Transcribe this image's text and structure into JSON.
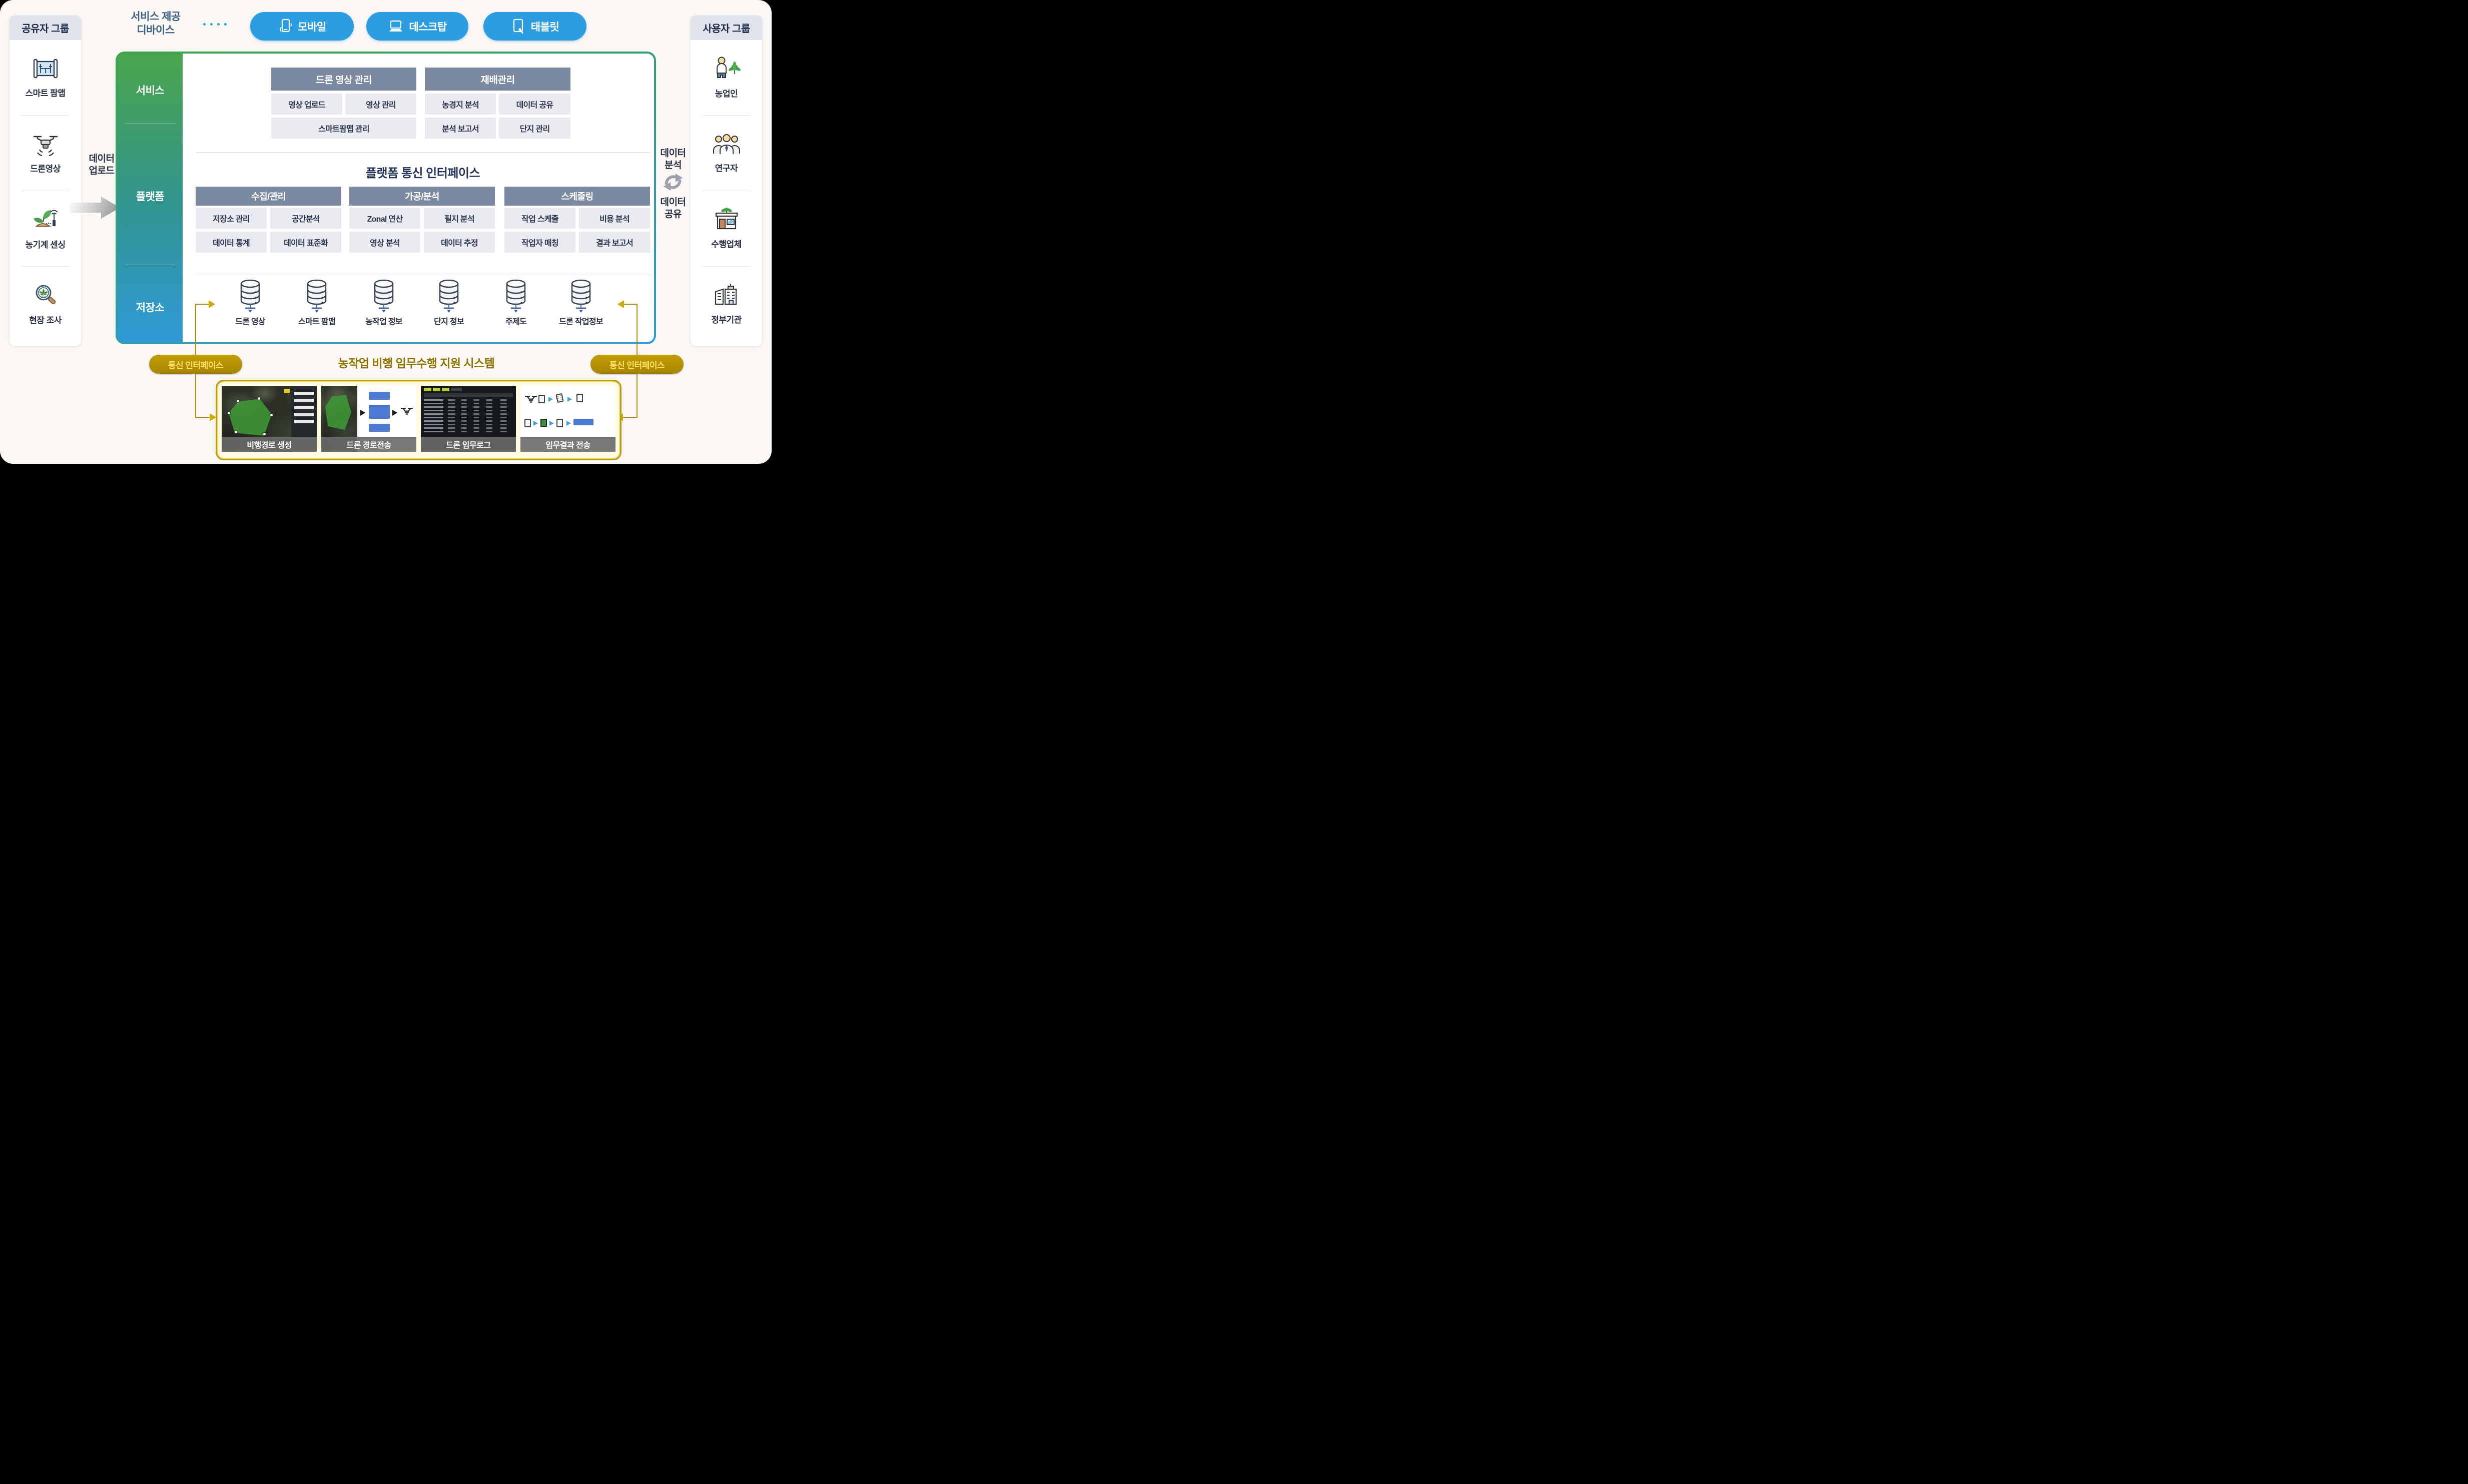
{
  "top": {
    "device_label_line1": "서비스 제공",
    "device_label_line2": "디바이스",
    "devices": [
      {
        "label": "모바일",
        "icon": "mobile-icon"
      },
      {
        "label": "데스크탑",
        "icon": "desktop-icon"
      },
      {
        "label": "태블릿",
        "icon": "tablet-icon"
      }
    ]
  },
  "sharer_panel": {
    "title": "공유자 그룹",
    "items": [
      {
        "label": "스마트 팜맵",
        "icon": "farm-map-icon"
      },
      {
        "label": "드론영상",
        "icon": "drone-icon"
      },
      {
        "label": "농기계 센싱",
        "icon": "machine-sensing-icon"
      },
      {
        "label": "현장 조사",
        "icon": "field-survey-icon"
      }
    ]
  },
  "user_panel": {
    "title": "사용자 그룹",
    "items": [
      {
        "label": "농업인",
        "icon": "farmer-icon"
      },
      {
        "label": "연구자",
        "icon": "researchers-icon"
      },
      {
        "label": "수행업체",
        "icon": "company-icon"
      },
      {
        "label": "정부기관",
        "icon": "government-icon"
      }
    ]
  },
  "data_upload": {
    "line1": "데이터",
    "line2": "업로드"
  },
  "data_exchange": {
    "analysis_line1": "데이터",
    "analysis_line2": "분석",
    "share_line1": "데이터",
    "share_line2": "공유",
    "icon": "sync-icon"
  },
  "platform": {
    "rail": {
      "service": "서비스",
      "platform": "플랫폼",
      "storage": "저장소"
    },
    "service_section": {
      "drone_video": {
        "title": "드론 영상 관리",
        "r1c1": "영상 업로드",
        "r1c2": "영상 관리",
        "r2": "스마트팜맵 관리"
      },
      "cultivation": {
        "title": "재배관리",
        "r1c1": "농경지 분석",
        "r1c2": "데이터 공유",
        "r2c1": "분석 보고서",
        "r2c2": "단지 관리"
      }
    },
    "interface_title": "플랫폼 통신 인터페이스",
    "modules": [
      {
        "title": "수집/관리",
        "r1c1": "저장소 관리",
        "r1c2": "공간분석",
        "r2c1": "데이터 통계",
        "r2c2": "데이터 표준화"
      },
      {
        "title": "가공/분석",
        "r1c1": "Zonal 연산",
        "r1c2": "필지 분석",
        "r2c1": "영상 분석",
        "r2c2": "데이터 추정"
      },
      {
        "title": "스케줄링",
        "r1c1": "작업 스케줄",
        "r1c2": "비용 분석",
        "r2c1": "작업자 매칭",
        "r2c2": "결과 보고서"
      }
    ],
    "storage_items": [
      {
        "label": "드론 영상"
      },
      {
        "label": "스마트 팜맵"
      },
      {
        "label": "농작업 정보"
      },
      {
        "label": "단지 정보"
      },
      {
        "label": "주제도"
      },
      {
        "label": "드론 작업정보"
      }
    ]
  },
  "bottom": {
    "comm_badge_left": "통신 인터페이스",
    "comm_badge_right": "통신 인터페이스",
    "system_title": "농작업 비행 임무수행 지원 시스템",
    "screens": [
      {
        "caption": "비행경로 생성"
      },
      {
        "caption": "드론 경로전송"
      },
      {
        "caption": "드론 임무로그"
      },
      {
        "caption": "임무결과 전송"
      }
    ]
  },
  "colors": {
    "accent_blue": "#2d9de1",
    "accent_green": "#3aa648",
    "teal": "#2f9f8a",
    "slate_header": "#7b89a1",
    "cell_bg": "#e9ebf0",
    "navy_text": "#2b3550",
    "gold": "#b4950a",
    "gold_badge_text": "#ffe168",
    "yellow_box_bg": "#fffbe2"
  }
}
